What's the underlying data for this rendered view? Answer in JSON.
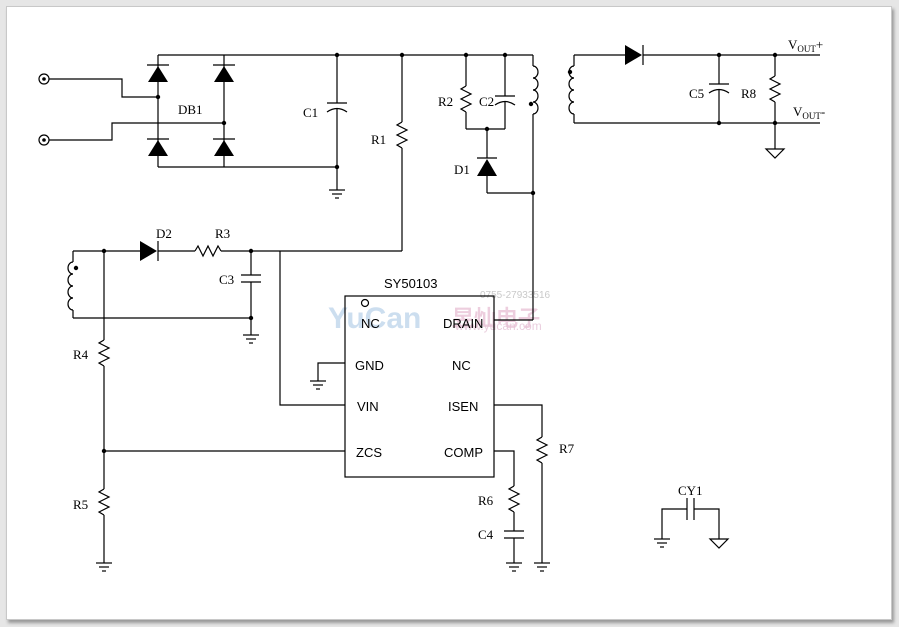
{
  "chip": {
    "name": "SY50103"
  },
  "pins": {
    "nc1": "NC",
    "drain": "DRAIN",
    "gnd": "GND",
    "nc2": "NC",
    "vin": "VIN",
    "isen": "ISEN",
    "zcs": "ZCS",
    "comp": "COMP"
  },
  "components": {
    "db1": "DB1",
    "c1": "C1",
    "r1": "R1",
    "r2": "R2",
    "c2": "C2",
    "d1": "D1",
    "d2": "D2",
    "r3": "R3",
    "c3": "C3",
    "r4": "R4",
    "r5": "R5",
    "r6": "R6",
    "c4": "C4",
    "r7": "R7",
    "c5": "C5",
    "r8": "R8",
    "cy1": "CY1"
  },
  "output": {
    "vout_plus_main": "V",
    "vout_plus_sub": "OUT",
    "vout_plus_sign": "+",
    "vout_minus_main": "V",
    "vout_minus_sub": "OUT",
    "vout_minus_sign": "-"
  },
  "watermark": {
    "brand": "YuCan",
    "phone": "0755-27933516",
    "chinese": "昱灿电子",
    "site": "www.yucan.com"
  }
}
